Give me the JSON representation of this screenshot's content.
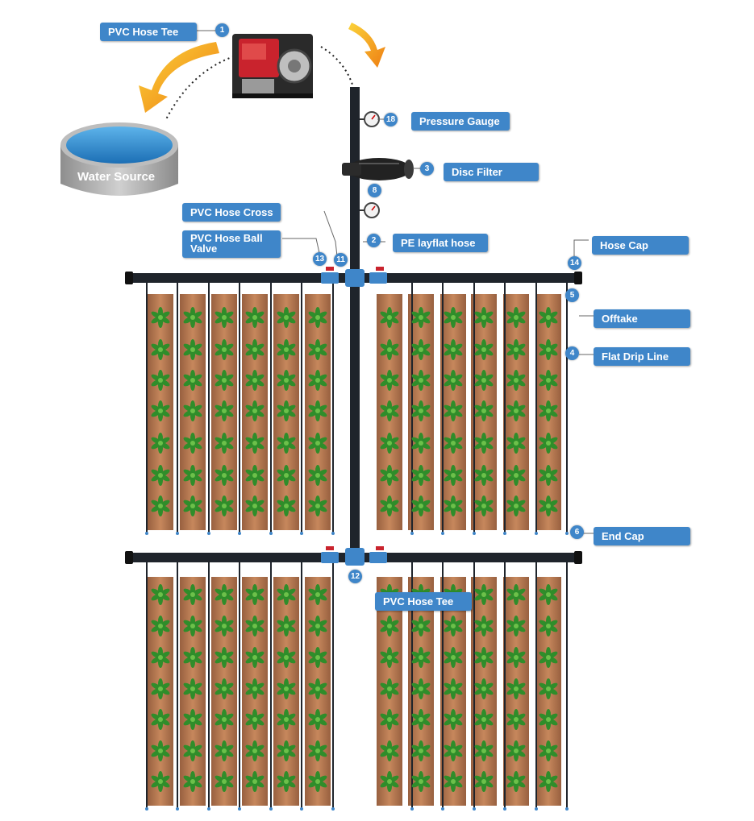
{
  "labels": {
    "water_source": "Water Source",
    "pvc_hose_tee_top": "PVC Hose Tee",
    "pressure_gauge": "Pressure Gauge",
    "disc_filter": "Disc Filter",
    "pvc_hose_cross": "PVC Hose Cross",
    "pvc_hose_ball_valve_line1": "PVC Hose Ball",
    "pvc_hose_ball_valve_line2": "Valve",
    "pe_layflat_hose": "PE layflat hose",
    "hose_cap": "Hose Cap",
    "offtake": "Offtake",
    "flat_drip_line": "Flat Drip Line",
    "end_cap": "End Cap",
    "pvc_hose_tee_bottom": "PVC Hose Tee"
  },
  "numbers": {
    "n1": "1",
    "n2": "2",
    "n3": "3",
    "n4": "4",
    "n5": "5",
    "n6": "6",
    "n8": "8",
    "n11": "11",
    "n12": "12",
    "n13": "13",
    "n14": "14",
    "n18": "18"
  },
  "colors": {
    "label_bg": "#3f86c9",
    "pipe": "#1f242b",
    "fitting_blue": "#3f86c9",
    "soil": "#a9653b",
    "plant": "#2f8d2a",
    "water": "#2f86c8",
    "arrow": "#f39a1e"
  }
}
